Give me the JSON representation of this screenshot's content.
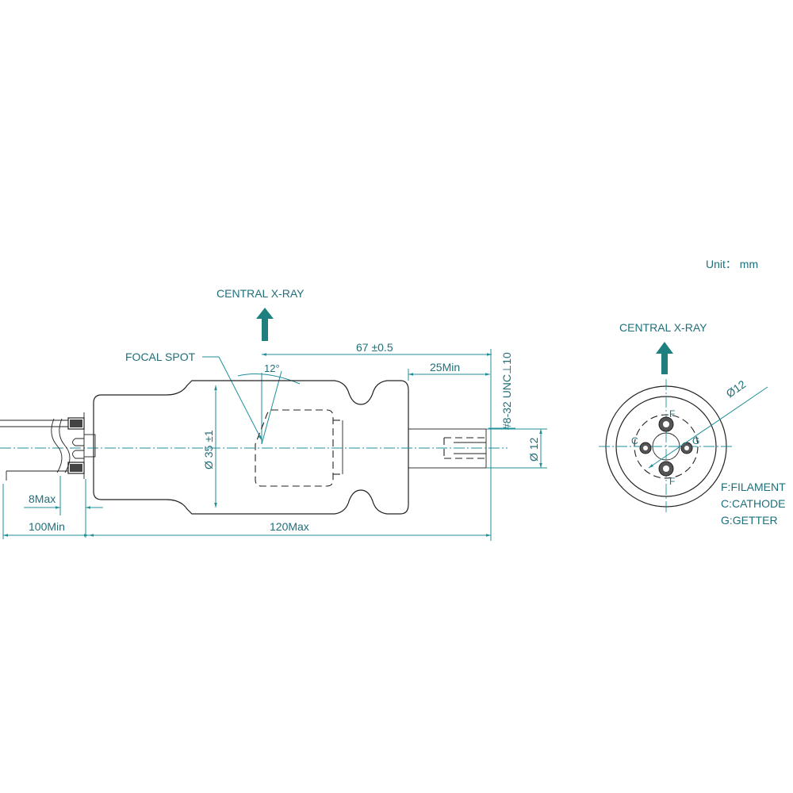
{
  "unit_label": "Unit： mm",
  "side_view": {
    "central_xray_label": "CENTRAL X-RAY",
    "focal_spot_label": "FOCAL SPOT",
    "angle_label": "12°",
    "dim_67": "67 ±0.5",
    "dim_25min": "25Min",
    "dim_thread": "#8-32 UNC⊥10",
    "dim_dia12": "Ø 12",
    "dim_dia35": "Ø 35 ±1",
    "dim_8max": "8Max",
    "dim_100min": "100Min",
    "dim_120max": "120Max"
  },
  "end_view": {
    "central_xray_label": "CENTRAL X-RAY",
    "dim_dia12": "Ø12",
    "pin_top": "F",
    "pin_bottom": "F",
    "pin_left": "C",
    "pin_right": "G"
  },
  "legend": [
    "F:FILAMENT",
    "C:CATHODE",
    "G:GETTER"
  ],
  "colors": {
    "arrow": "#1f7f7f",
    "dimension": "#1f8f98",
    "outline": "#222222",
    "text": "#1f6f7a"
  }
}
